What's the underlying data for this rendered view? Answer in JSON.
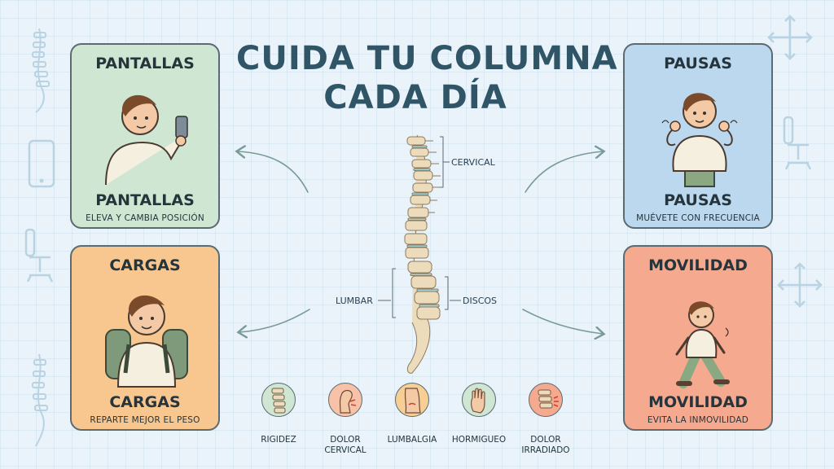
{
  "title": {
    "line1": "CUIDA TU COLUMNA",
    "line2": "CADA DÍA"
  },
  "cards": {
    "pantallas": {
      "header": "PANTALLAS",
      "footer": "PANTALLAS",
      "subtitle": "ELEVA Y CAMBIA POSICIÓN",
      "color": "#cfe6d2"
    },
    "cargas": {
      "header": "CARGAS",
      "footer": "CARGAS",
      "subtitle": "REPARTE MEJOR EL PESO",
      "color": "#f7c78f"
    },
    "pausas": {
      "header": "PAUSAS",
      "footer": "PAUSAS",
      "subtitle": "MUÉVETE CON FRECUENCIA",
      "color": "#bcd8ee"
    },
    "movilidad": {
      "header": "MOVILIDAD",
      "footer": "MOVILIDAD",
      "subtitle": "EVITA LA INMOVILIDAD",
      "color": "#f5a98e"
    }
  },
  "spine_labels": {
    "cervical": "CERVICAL",
    "lumbar": "LUMBAR",
    "discos": "DISCOS"
  },
  "symptoms": [
    {
      "label": "RIGIDEZ",
      "icon": "spine-segment-icon",
      "color": "#cfe6d2"
    },
    {
      "label": "DOLOR CERVICAL",
      "icon": "neck-pain-icon",
      "color": "#f7c2a8"
    },
    {
      "label": "LUMBALGIA",
      "icon": "lower-back-icon",
      "color": "#f7cf95"
    },
    {
      "label": "HORMIGUEO",
      "icon": "hand-icon",
      "color": "#cfe6d2"
    },
    {
      "label": "DOLOR IRRADIADO",
      "icon": "radiating-pain-icon",
      "color": "#f5a98e"
    }
  ],
  "colors": {
    "title": "#2f5566",
    "background": "#e9f3f9",
    "arrow": "#7a9a9a"
  }
}
